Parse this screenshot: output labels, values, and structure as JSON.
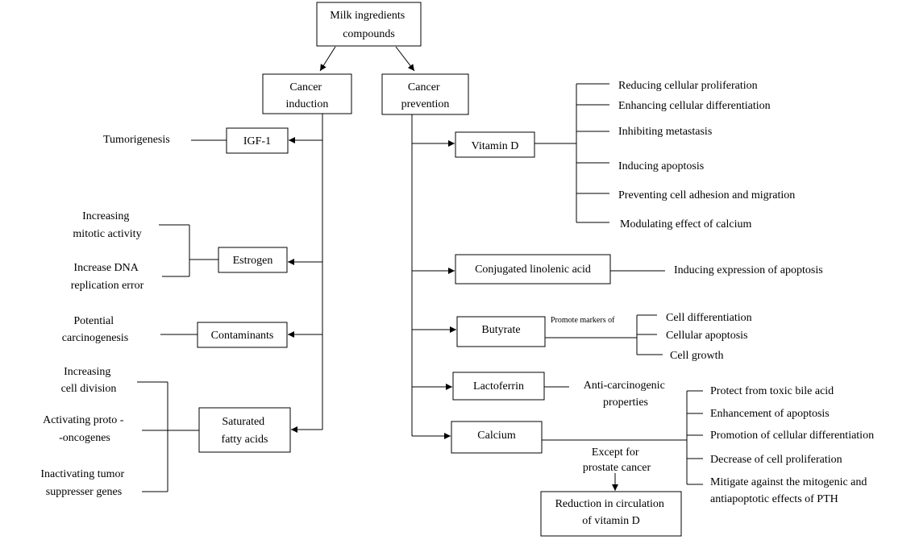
{
  "root": {
    "lines": [
      "Milk ingredients",
      "compounds"
    ]
  },
  "induction": {
    "title": [
      "Cancer",
      "induction"
    ],
    "igf1": {
      "label": "IGF-1",
      "effect": "Tumorigenesis"
    },
    "estrogen": {
      "label": "Estrogen",
      "effects": [
        [
          "Increasing",
          "mitotic activity"
        ],
        [
          "Increase DNA",
          "replication error"
        ]
      ]
    },
    "contaminants": {
      "label": "Contaminants",
      "effect": [
        "Potential",
        "carcinogenesis"
      ]
    },
    "saturated_fatty_acids": {
      "label": [
        "Saturated",
        "fatty acids"
      ],
      "effects": [
        [
          "Increasing",
          "cell division"
        ],
        [
          "Activating proto -",
          "-oncogenes"
        ],
        [
          "Inactivating tumor",
          "suppresser genes"
        ]
      ]
    }
  },
  "prevention": {
    "title": [
      "Cancer",
      "prevention"
    ],
    "vitamin_d": {
      "label": "Vitamin D",
      "effects": [
        "Reducing cellular proliferation",
        "Enhancing cellular differentiation",
        "Inhibiting metastasis",
        "Inducing apoptosis",
        "Preventing cell adhesion and migration",
        "Modulating effect of calcium"
      ]
    },
    "conjugated_linolenic_acid": {
      "label": "Conjugated linolenic acid",
      "effect": "Inducing expression of apoptosis"
    },
    "butyrate": {
      "label": "Butyrate",
      "connector_note": "Promote markers of",
      "effects": [
        "Cell differentiation",
        "Cellular apoptosis",
        "Cell growth"
      ]
    },
    "lactoferrin": {
      "label": "Lactoferrin",
      "effect": [
        "Anti-carcinogenic",
        "properties"
      ]
    },
    "calcium": {
      "label": "Calcium",
      "effects": [
        "Protect from toxic bile acid",
        "Enhancement of apoptosis",
        "Promotion of cellular differentiation",
        "Decrease of cell proliferation",
        [
          "Mitigate against the mitogenic and",
          "antiapoptotic effects of PTH"
        ]
      ],
      "exception": [
        "Except for",
        "prostate cancer"
      ],
      "exception_result": [
        "Reduction in circulation",
        "of vitamin D"
      ]
    }
  }
}
